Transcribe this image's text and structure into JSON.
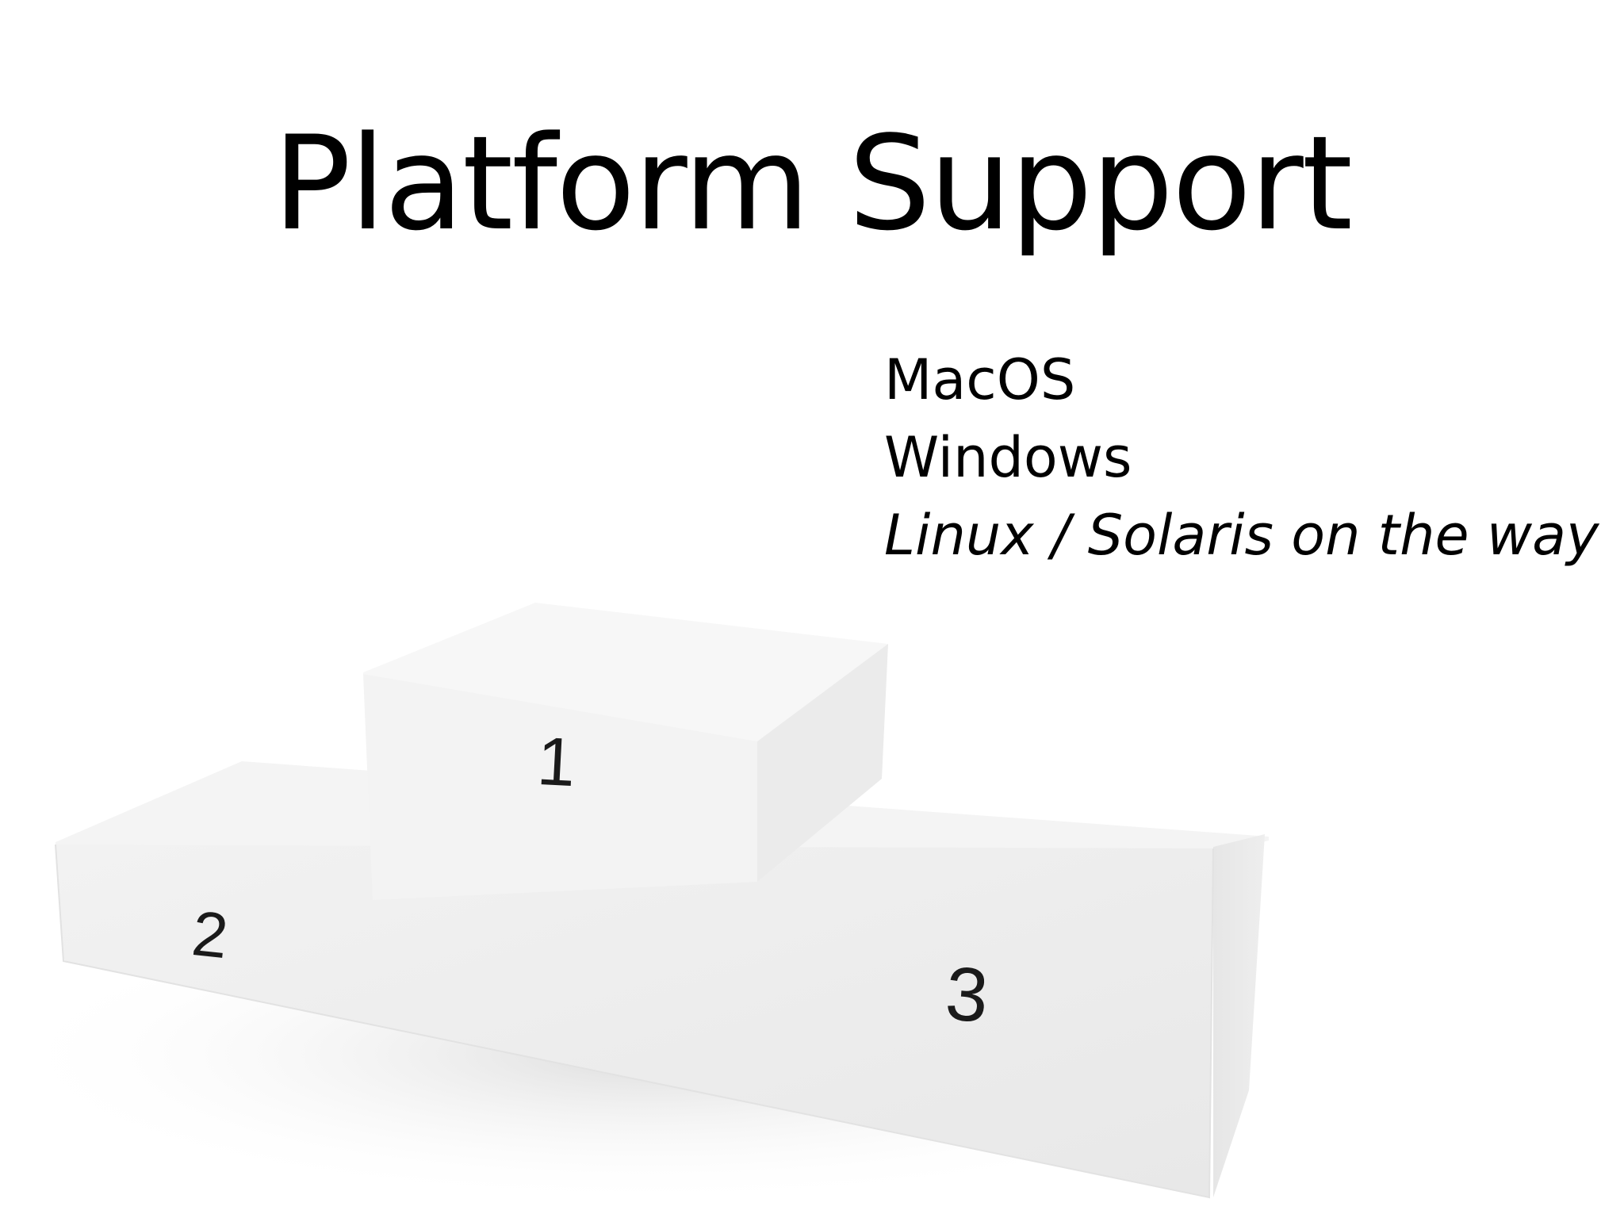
{
  "slide": {
    "title": "Platform Support",
    "platforms": [
      {
        "label": "MacOS",
        "status": "supported"
      },
      {
        "label": "Windows",
        "status": "supported"
      },
      {
        "label": "Linux / Solaris on the way",
        "status": "planned"
      }
    ],
    "podium": {
      "places": [
        "1",
        "2",
        "3"
      ]
    }
  }
}
